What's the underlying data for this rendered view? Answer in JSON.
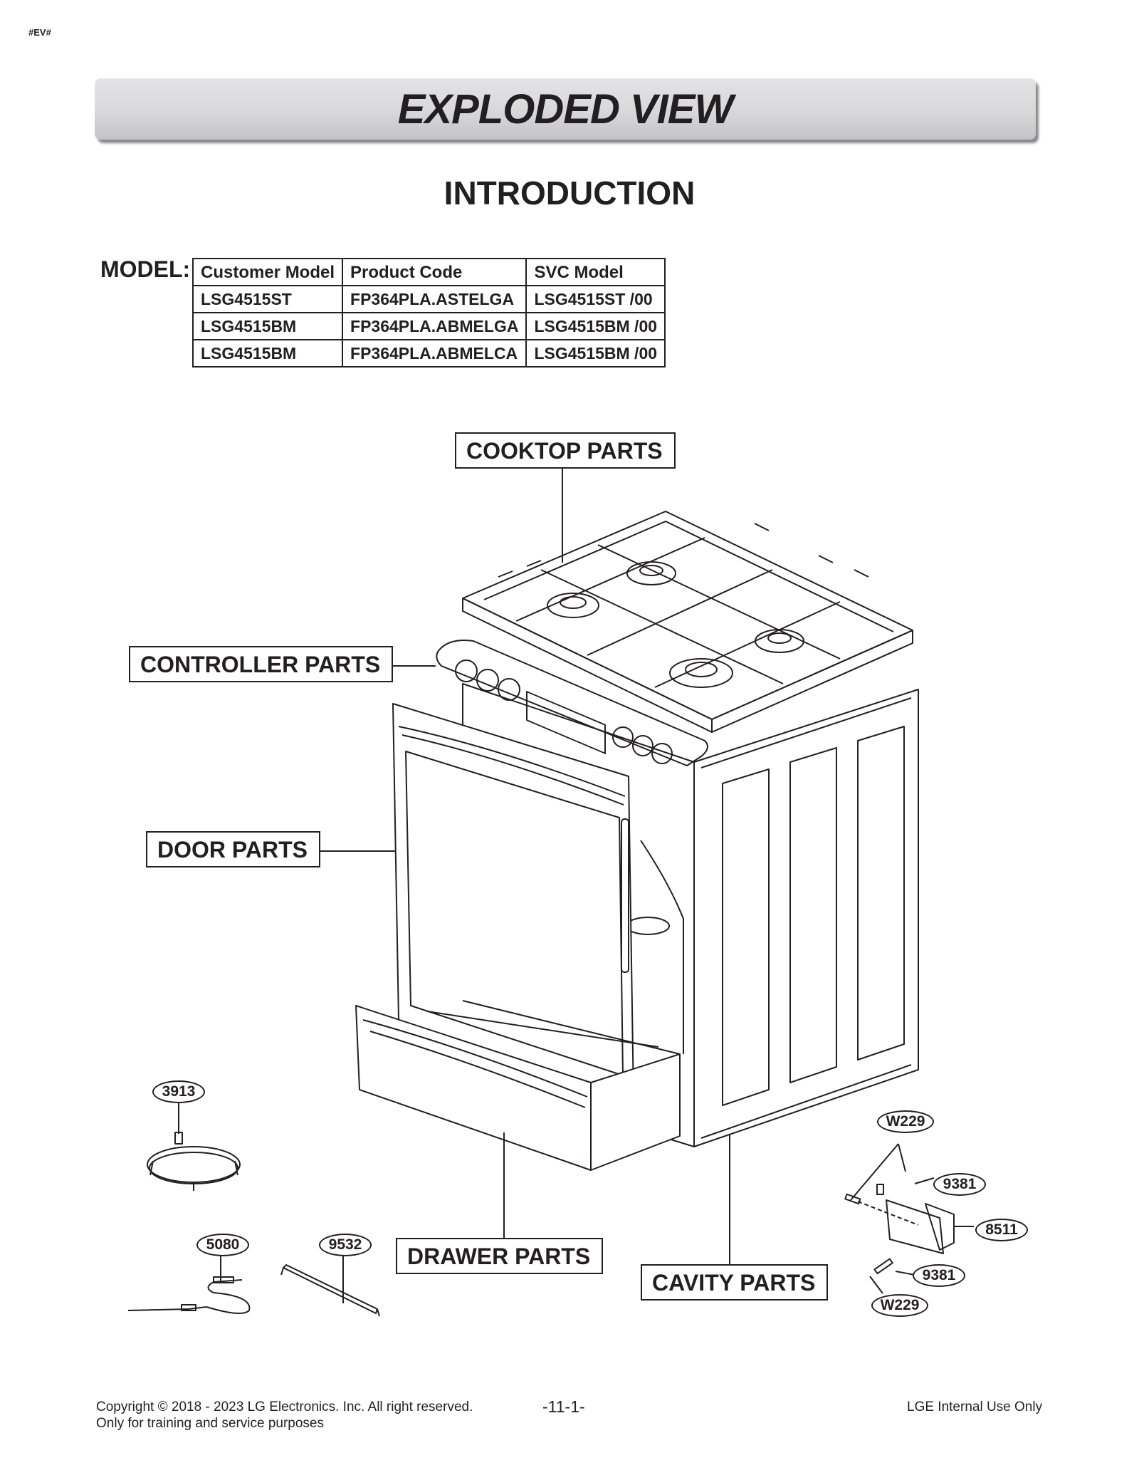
{
  "header_tag": "#EV#",
  "banner_title": "EXPLODED VIEW",
  "section_title": "INTRODUCTION",
  "model_label": "MODEL:",
  "model_table": {
    "headers": [
      "Customer Model",
      "Product Code",
      "SVC Model"
    ],
    "rows": [
      [
        "LSG4515ST",
        "FP364PLA.ASTELGA",
        "LSG4515ST /00"
      ],
      [
        "LSG4515BM",
        "FP364PLA.ABMELGA",
        "LSG4515BM /00"
      ],
      [
        "LSG4515BM",
        "FP364PLA.ABMELCA",
        "LSG4515BM /00"
      ]
    ]
  },
  "callouts": {
    "cooktop": "COOKTOP PARTS",
    "controller": "CONTROLLER PARTS",
    "door": "DOOR PARTS",
    "drawer": "DRAWER PARTS",
    "cavity": "CAVITY PARTS"
  },
  "part_numbers": {
    "p3913": "3913",
    "p5080": "5080",
    "p9532": "9532",
    "w229_top": "W229",
    "p9381_top": "9381",
    "p8511": "8511",
    "p9381_bottom": "9381",
    "w229_bottom": "W229"
  },
  "footer": {
    "copyright": "Copyright © 2018 - 2023 LG Electronics. Inc. All right reserved.",
    "note": "Only for training and service purposes",
    "page_number": "-11-1-",
    "internal": "LGE Internal Use Only"
  }
}
